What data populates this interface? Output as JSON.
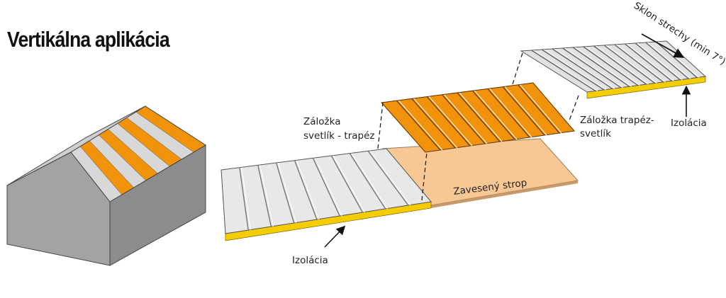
{
  "title": "Vertikálna aplikácia",
  "labels": {
    "overlap_skylight_trapez_1": "Záložka",
    "overlap_skylight_trapez_2": "svetlík - trapéz",
    "suspended_ceiling": "Zavesený strop",
    "insulation_bottom": "Izolácia",
    "overlap_trapez_skylight_1": "Záložka trapéz-",
    "overlap_trapez_skylight_2": "svetlík",
    "insulation_top": "Izolácia",
    "roof_slope": "Sklon strechy (min 7°)"
  },
  "colors": {
    "orange": "#f0920a",
    "insulation": "#f5cc00",
    "ceiling": "#f8c894",
    "panel": "#e6e6e6",
    "wall": "#9a9a9a"
  }
}
